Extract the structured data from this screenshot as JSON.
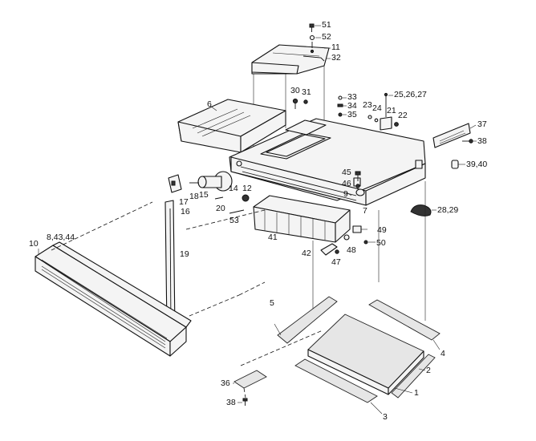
{
  "callouts": [
    {
      "id": "c51",
      "text": "51"
    },
    {
      "id": "c52",
      "text": "52"
    },
    {
      "id": "c11",
      "text": "11"
    },
    {
      "id": "c32",
      "text": "32"
    },
    {
      "id": "c30",
      "text": "30"
    },
    {
      "id": "c31",
      "text": "31"
    },
    {
      "id": "c6",
      "text": "6"
    },
    {
      "id": "c33",
      "text": "33"
    },
    {
      "id": "c25",
      "text": "25,26,27"
    },
    {
      "id": "c23",
      "text": "23"
    },
    {
      "id": "c24",
      "text": "24"
    },
    {
      "id": "c34",
      "text": "34"
    },
    {
      "id": "c35",
      "text": "35"
    },
    {
      "id": "c21",
      "text": "21"
    },
    {
      "id": "c22",
      "text": "22"
    },
    {
      "id": "c37",
      "text": "37"
    },
    {
      "id": "c38a",
      "text": "38"
    },
    {
      "id": "c39",
      "text": "39,40"
    },
    {
      "id": "c45",
      "text": "45"
    },
    {
      "id": "c46",
      "text": "46"
    },
    {
      "id": "c9",
      "text": "9"
    },
    {
      "id": "c7",
      "text": "7"
    },
    {
      "id": "c28",
      "text": "28,29"
    },
    {
      "id": "c14",
      "text": "14"
    },
    {
      "id": "c12",
      "text": "12"
    },
    {
      "id": "c17",
      "text": "17"
    },
    {
      "id": "c18",
      "text": "18"
    },
    {
      "id": "c15",
      "text": "15"
    },
    {
      "id": "c16",
      "text": "16"
    },
    {
      "id": "c20",
      "text": "20"
    },
    {
      "id": "c53",
      "text": "53"
    },
    {
      "id": "c41",
      "text": "41"
    },
    {
      "id": "c49",
      "text": "49"
    },
    {
      "id": "c50",
      "text": "50"
    },
    {
      "id": "c48",
      "text": "48"
    },
    {
      "id": "c42",
      "text": "42"
    },
    {
      "id": "c47",
      "text": "47"
    },
    {
      "id": "c10",
      "text": "10"
    },
    {
      "id": "c8",
      "text": "8,43,44"
    },
    {
      "id": "c19",
      "text": "19"
    },
    {
      "id": "c5",
      "text": "5"
    },
    {
      "id": "c4",
      "text": "4"
    },
    {
      "id": "c2",
      "text": "2"
    },
    {
      "id": "c1",
      "text": "1"
    },
    {
      "id": "c36",
      "text": "36"
    },
    {
      "id": "c38b",
      "text": "38"
    },
    {
      "id": "c3",
      "text": "3"
    }
  ]
}
